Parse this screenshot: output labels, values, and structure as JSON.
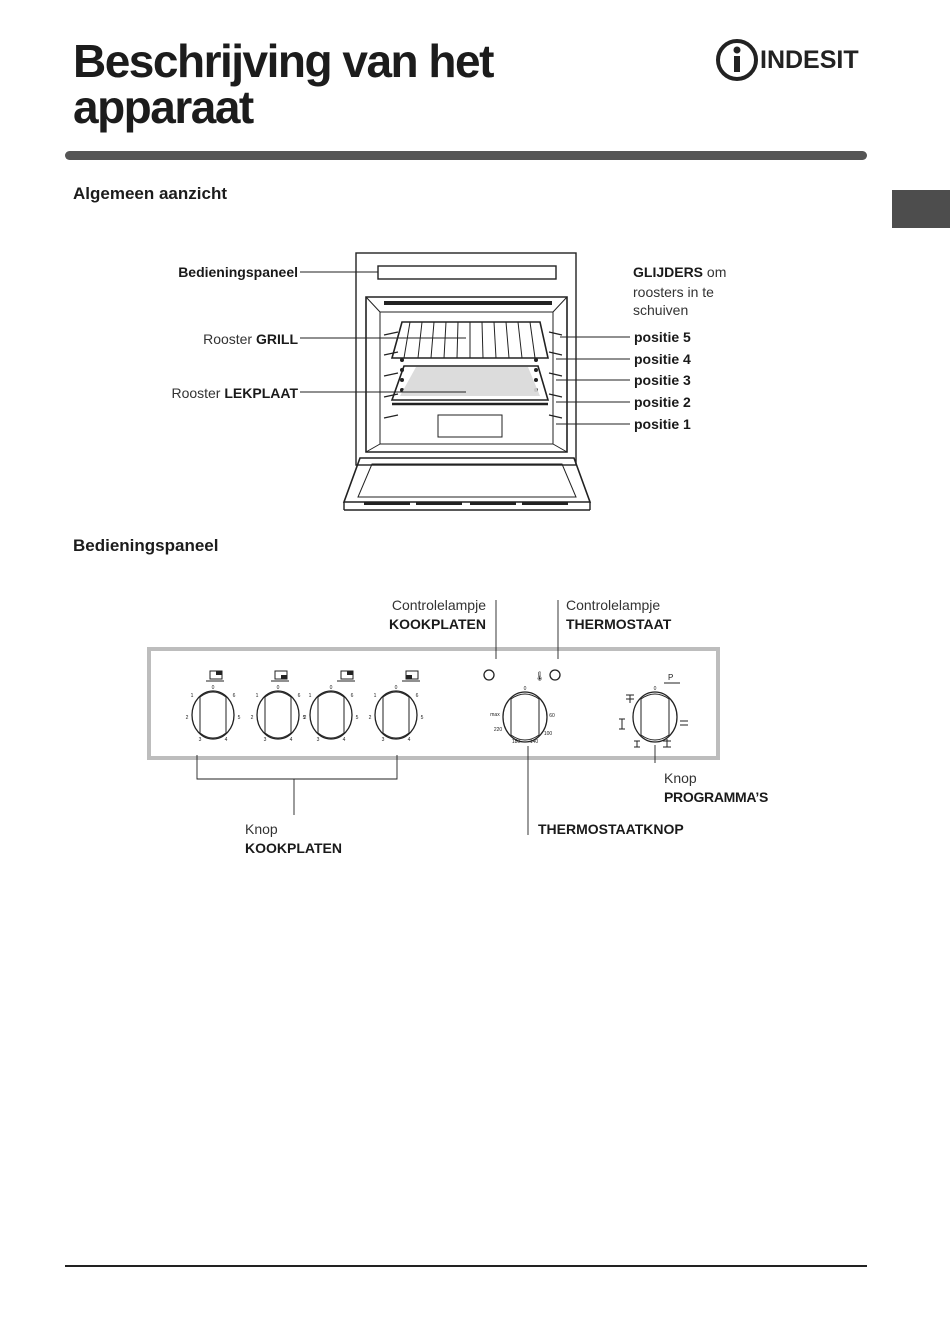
{
  "page": {
    "title": "Beschrijving van het apparaat",
    "brand": "INDESIT",
    "section1": "Algemeen aanzicht",
    "section2": "Bedieningspaneel"
  },
  "oven": {
    "panel_label": "Bedieningspaneel",
    "grill_prefix": "Rooster ",
    "grill_bold": "GRILL",
    "drip_prefix": "Rooster ",
    "drip_bold": "LEKPLAAT",
    "slides_bold": "GLIJDERS",
    "slides_line1_rest": " om",
    "slides_line2": "roosters in te",
    "slides_line3": "schuiven",
    "positions": [
      "positie 5",
      "positie 4",
      "positie 3",
      "positie 2",
      "positie 1"
    ]
  },
  "panel": {
    "lamp_hob_line1": "Controlelampje",
    "lamp_hob_line2": "KOOKPLATEN",
    "lamp_thermo_line1": "Controlelampje",
    "lamp_thermo_line2": "THERMOSTAAT",
    "knob_programs_line1": "Knop",
    "knob_programs_line2": "PROGRAMMA’S",
    "thermostat_knob": "THERMOSTAATKNOP",
    "knob_hobs_line1": "Knop",
    "knob_hobs_line2": "KOOKPLATEN",
    "hob_knob_scale": [
      "0",
      "1",
      "2",
      "3",
      "4",
      "5",
      "6"
    ],
    "thermo_scale": [
      "0",
      "60",
      "100",
      "140",
      "180",
      "220",
      "max"
    ],
    "program_symbol": "P"
  }
}
